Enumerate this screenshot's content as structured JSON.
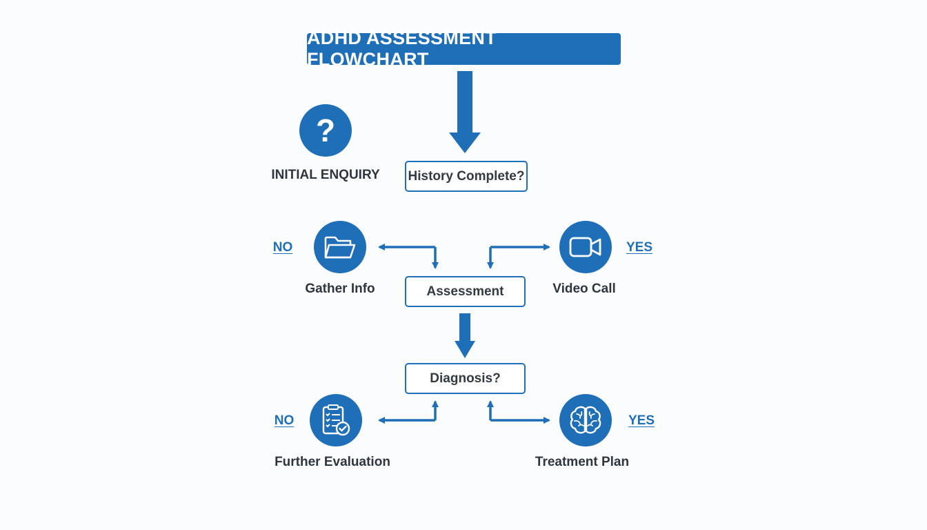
{
  "title": "ADHD ASSESSMENT FLOWCHART",
  "nodes": {
    "history": "History Complete?",
    "assessment": "Assessment",
    "diagnosis": "Diagnosis?"
  },
  "steps": {
    "initial_enquiry": {
      "label": "INITIAL ENQUIRY",
      "icon": "question-mark-icon"
    },
    "gather_info": {
      "label": "Gather Info",
      "icon": "folder-icon"
    },
    "video_call": {
      "label": "Video Call",
      "icon": "video-camera-icon"
    },
    "further_evaluation": {
      "label": "Further Evaluation",
      "icon": "clipboard-check-icon"
    },
    "treatment_plan": {
      "label": "Treatment Plan",
      "icon": "brain-icon"
    }
  },
  "branches": {
    "history_no": "NO",
    "history_yes": "YES",
    "diagnosis_no": "NO",
    "diagnosis_yes": "YES"
  },
  "colors": {
    "primary": "#1f6fb8",
    "text": "#333a42",
    "background": "#fbfcfd"
  }
}
